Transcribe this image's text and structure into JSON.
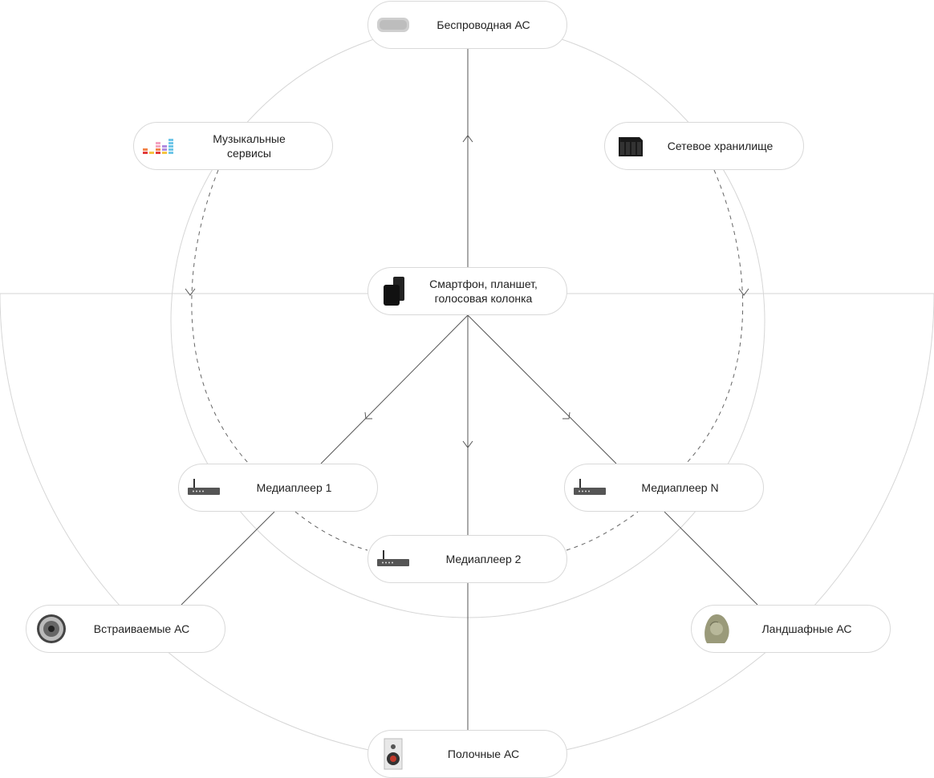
{
  "nodes": {
    "wireless_speaker": {
      "label": "Беспроводная АС",
      "icon": "wireless-speaker-icon"
    },
    "music_services": {
      "label_line1": "Музыкальные",
      "label_line2": "сервисы",
      "icon": "equalizer-icon"
    },
    "nas": {
      "label": "Сетевое хранилище",
      "icon": "nas-icon"
    },
    "controller": {
      "label_line1": "Смартфон, планшет,",
      "label_line2": "голосовая колонка",
      "icon": "smartphone-speaker-icon"
    },
    "media_player_1": {
      "label": "Медиаплеер 1",
      "icon": "media-player-icon"
    },
    "media_player_n": {
      "label": "Медиаплеер N",
      "icon": "media-player-icon"
    },
    "media_player_2": {
      "label": "Медиаплеер 2",
      "icon": "media-player-icon"
    },
    "in_wall_speakers": {
      "label": "Встраиваемые АС",
      "icon": "ceiling-speaker-icon"
    },
    "landscape_speakers": {
      "label": "Ландшафные АС",
      "icon": "rock-speaker-icon"
    },
    "bookshelf_speakers": {
      "label": "Полочные АС",
      "icon": "bookshelf-speaker-icon"
    }
  },
  "colors": {
    "line": "#555555",
    "circle": "#d6d6d6",
    "border": "#d9d9d9"
  }
}
